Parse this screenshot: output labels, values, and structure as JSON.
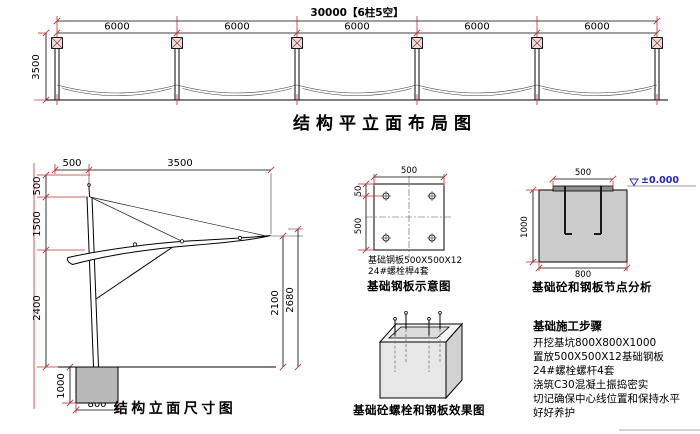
{
  "colors": {
    "background": "#ffffff",
    "line": "#000000",
    "dimension_marks": "#c23030",
    "concrete_fill": "#b9b9b9",
    "level_mark": "#2323b8"
  },
  "plan_layout": {
    "title": "结构平立面布局图",
    "overall_dimension": "30000【6柱5空】",
    "bay_dimensions": [
      "6000",
      "6000",
      "6000",
      "6000",
      "6000"
    ],
    "height_dimension": "3500"
  },
  "elevation": {
    "title": "结构立面尺寸图",
    "top_offset_dimension": "500",
    "span_dimension": "3500",
    "upper_dimension": "500",
    "middle_dimension": "1500",
    "lower_dimension": "2400",
    "tip_height_dimension": "2100",
    "peak_height_dimension": "2680",
    "foundation_depth_dimension": "1000",
    "foundation_width_dimension": "800"
  },
  "plate_diagram": {
    "title": "基础钢板示意图",
    "top_dimension": "500",
    "side_dimension": "500",
    "bolt_offset_dimension": "50",
    "note_plate": "基础钢板500X500X12",
    "note_bolts": "24#螺栓桿4套"
  },
  "node_diagram": {
    "title": "基础砼和钢板节点分析",
    "level_label": "±0.000",
    "plate_dimension": "500",
    "depth_dimension": "1000",
    "width_dimension": "800"
  },
  "effect_diagram": {
    "title": "基础砼螺栓和钢板效果图"
  },
  "construction_steps": {
    "title": "基础施工步骤",
    "items": [
      "开挖基坑800X800X1000",
      "置放500X500X12基础钢板",
      "24#螺栓螺杆4套",
      "浇筑C30混凝土振捣密实",
      "切记确保中心线位置和保持水平",
      "好好养护"
    ]
  }
}
